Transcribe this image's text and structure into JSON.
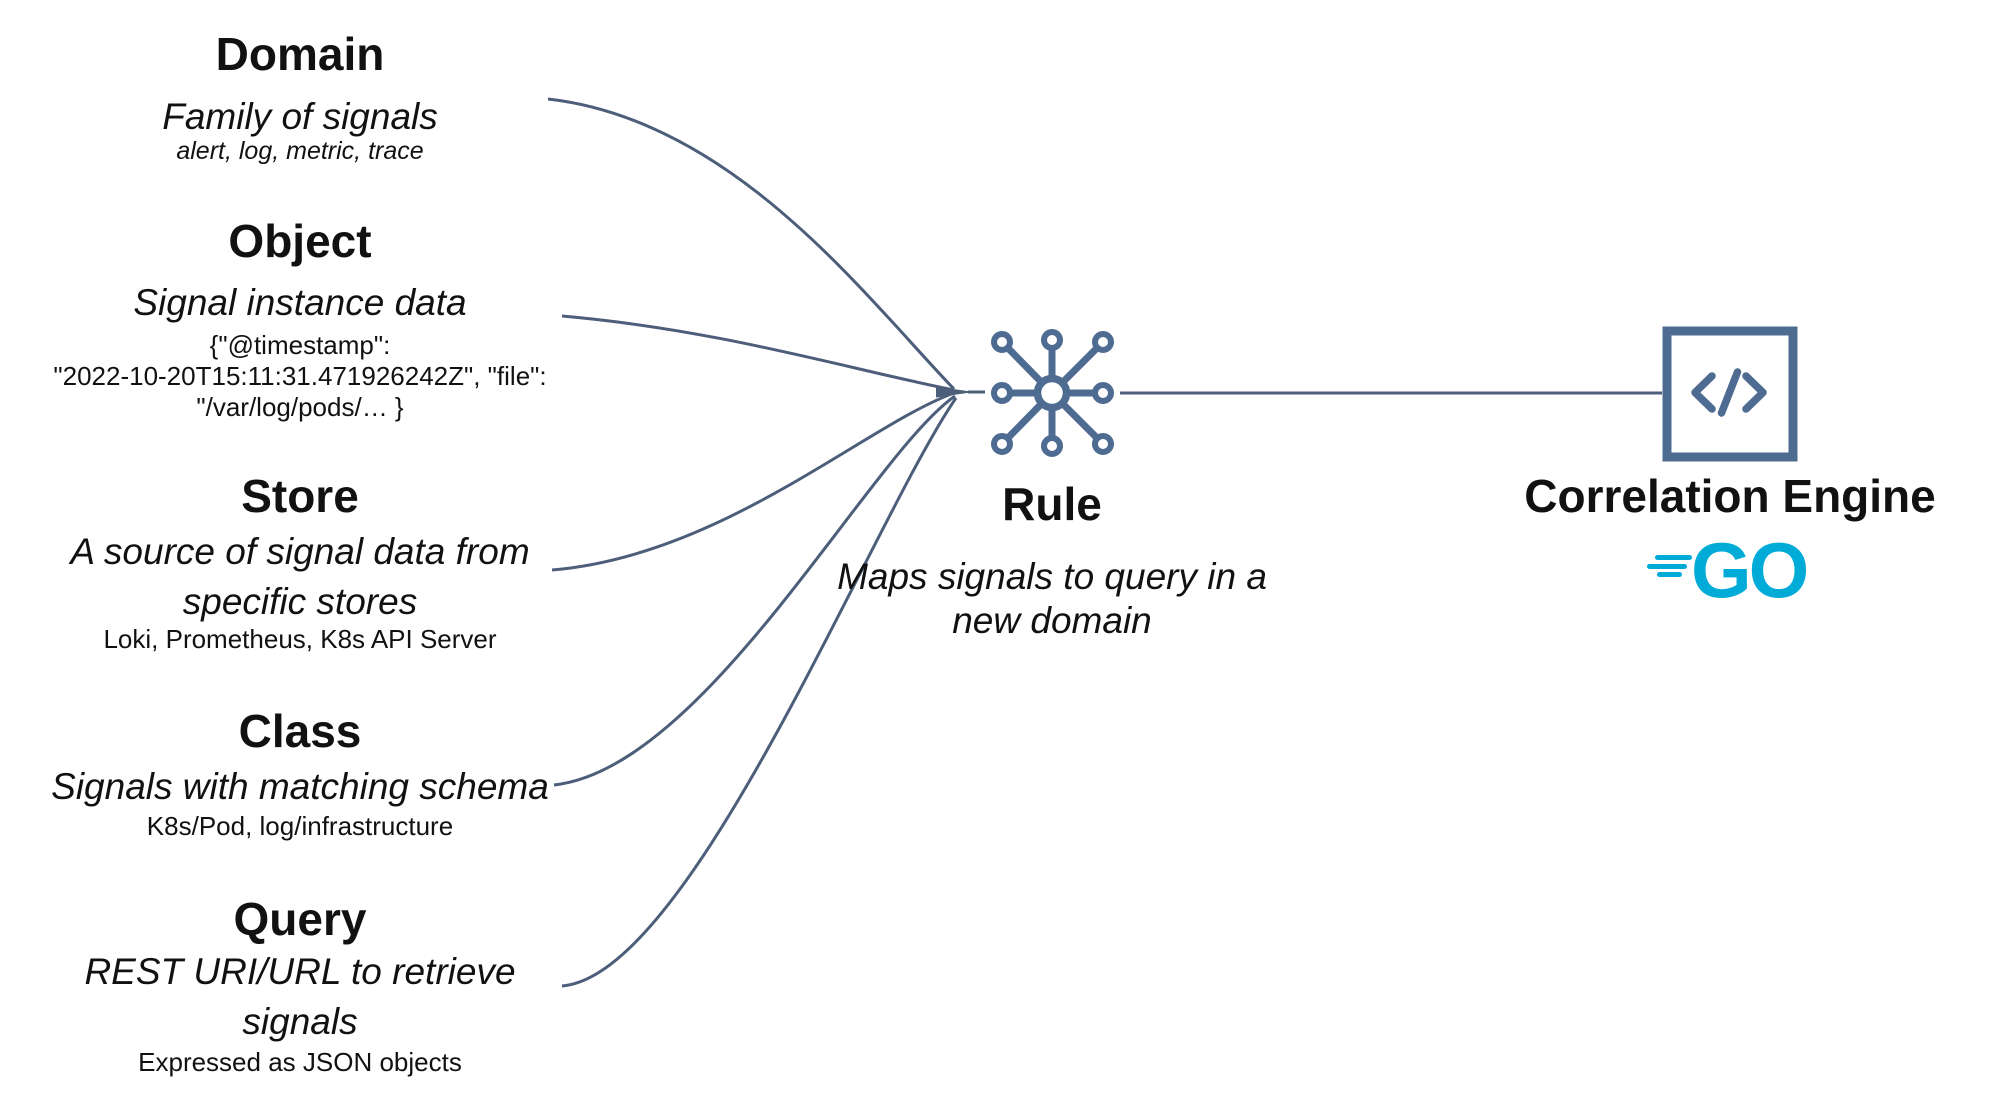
{
  "diagram": {
    "concepts": [
      {
        "title": "Domain",
        "subtitle": "Family of signals",
        "detail": "alert, log, metric, trace"
      },
      {
        "title": "Object",
        "subtitle": "Signal instance data",
        "detail": "{\"@timestamp\":\n\"2022-10-20T15:11:31.471926242Z\", \"file\":\n\"/var/log/pods/… }"
      },
      {
        "title": "Store",
        "subtitle": "A source of signal data from\nspecific stores",
        "detail": "Loki, Prometheus, K8s API Server"
      },
      {
        "title": "Class",
        "subtitle": "Signals with matching schema",
        "detail": "K8s/Pod, log/infrastructure"
      },
      {
        "title": "Query",
        "subtitle": "REST URI/URL to retrieve\nsignals",
        "detail": "Expressed as JSON objects"
      }
    ],
    "rule": {
      "title": "Rule",
      "subtitle": "Maps signals to query in a\nnew domain"
    },
    "engine": {
      "title": "Correlation Engine",
      "logo_text": "GO"
    },
    "colors": {
      "line": "#4d5e7b",
      "icon": "#4e6b91",
      "go": "#00ACD7",
      "text": "#111111"
    }
  }
}
